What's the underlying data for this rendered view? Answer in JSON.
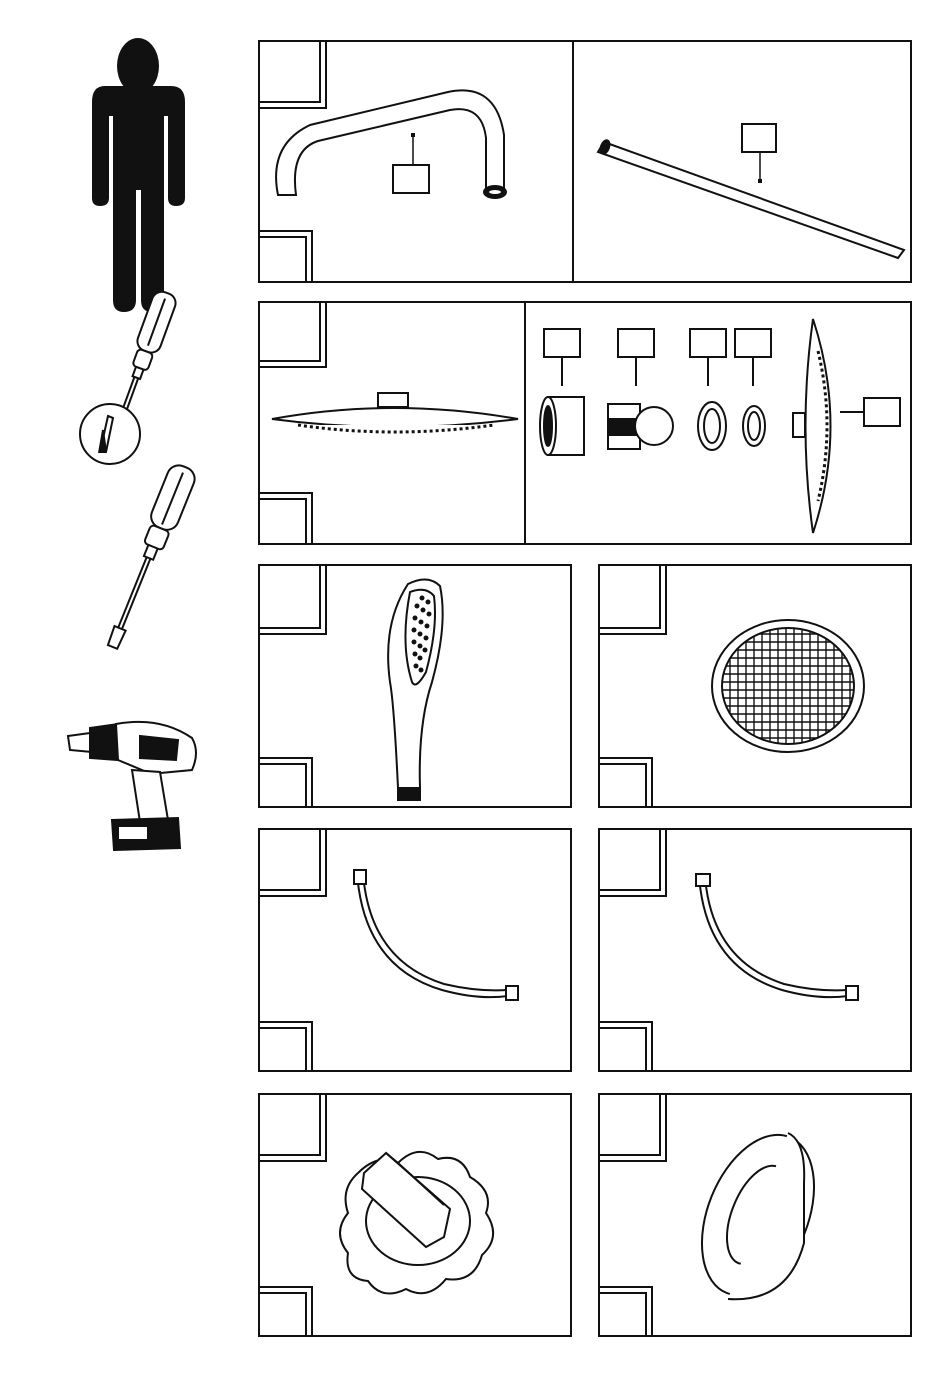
{
  "page": {
    "background": "#ffffff",
    "ink": "#111111"
  },
  "sidebar": {
    "icons": [
      "person-icon",
      "phillips-screwdriver-icon",
      "flathead-screwdriver-icon",
      "cordless-drill-icon"
    ]
  },
  "parts": [
    {
      "name": "shower-arm",
      "label_boxes": 1
    },
    {
      "name": "straight-pipe",
      "label_boxes": 1
    },
    {
      "name": "rain-shower-head",
      "label_boxes": 0
    },
    {
      "name": "shower-head-connector-set",
      "label_boxes": 5
    },
    {
      "name": "hand-shower",
      "label_boxes": 0
    },
    {
      "name": "filter-mesh",
      "label_boxes": 0
    },
    {
      "name": "flexible-hose-a",
      "label_boxes": 0
    },
    {
      "name": "flexible-hose-b",
      "label_boxes": 0
    },
    {
      "name": "handle-knob",
      "label_boxes": 0
    },
    {
      "name": "sealing-washer",
      "label_boxes": 0
    }
  ]
}
